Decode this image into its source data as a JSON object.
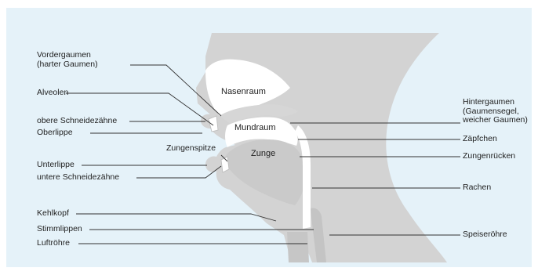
{
  "labels": {
    "vordergaumen": [
      "Vordergaumen",
      "(harter Gaumen)"
    ],
    "alveolen": "Alveolen",
    "obere_schneidezaehne": "obere Schneidezähne",
    "oberlippe": "Oberlippe",
    "zungenspitze": "Zungenspitze",
    "unterlippe": "Unterlippe",
    "untere_schneidezaehne": "untere Schneidezähne",
    "kehlkopf": "Kehlkopf",
    "stimmlippen": "Stimmlippen",
    "luftroehre": "Luftröhre",
    "nasenraum": "Nasenraum",
    "mundraum": "Mundraum",
    "zunge": "Zunge",
    "hintergaumen": [
      "Hintergaumen",
      "(Gaumensegel,",
      "weicher Gaumen)"
    ],
    "zaepfchen": "Zäpfchen",
    "zungenruecken": "Zungenrücken",
    "rachen": "Rachen",
    "speiseroehre": "Speiseröhre"
  },
  "colors": {
    "background": "#e5f2f9",
    "head": "#d3d3d3",
    "cavity": "#ffffff",
    "tongue": "#cacaca",
    "line": "#333333"
  }
}
